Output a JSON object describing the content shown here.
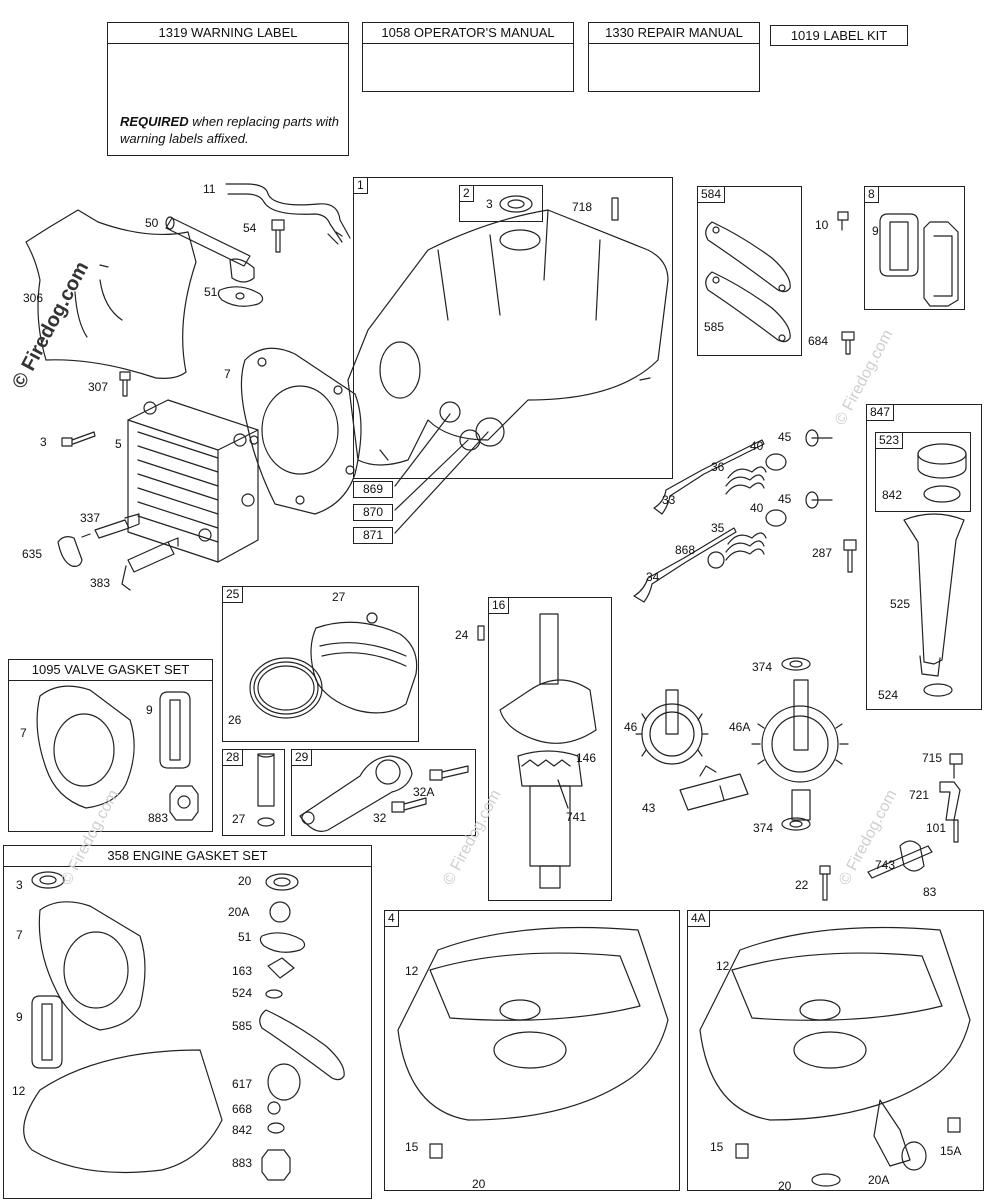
{
  "top_boxes": {
    "warning_label": {
      "title": "1319 WARNING LABEL",
      "sticker_title": "WARNING",
      "note_bold": "REQUIRED",
      "note_rest": " when replacing parts with warning labels affixed."
    },
    "operators_manual": {
      "title": "1058 OPERATOR'S MANUAL"
    },
    "repair_manual": {
      "title": "1330 REPAIR MANUAL"
    },
    "label_kit": {
      "title": "1019 LABEL KIT"
    }
  },
  "group_tags": {
    "g1": "1",
    "g2": "2",
    "g584": "584",
    "g8": "8",
    "g847": "847",
    "g523": "523",
    "g25": "25",
    "g16": "16",
    "g28": "28",
    "g29": "29",
    "g4": "4",
    "g4a": "4A"
  },
  "kits": {
    "valve_gasket_set": "1095 VALVE GASKET SET",
    "engine_gasket_set": "358 ENGINE GASKET SET"
  },
  "callouts": {
    "c11": "11",
    "c50": "50",
    "c54": "54",
    "c51": "51",
    "c306": "306",
    "c307": "307",
    "c7": "7",
    "c3": "3",
    "c5": "5",
    "c337": "337",
    "c635": "635",
    "c383": "383",
    "c2_3": "3",
    "c718": "718",
    "c869": "869",
    "c870": "870",
    "c871": "871",
    "c585": "585",
    "c10": "10",
    "c9": "9",
    "c684": "684",
    "c40a": "40",
    "c45a": "45",
    "c36": "36",
    "c33": "33",
    "c40b": "40",
    "c45b": "45",
    "c35": "35",
    "c868": "868",
    "c34": "34",
    "c287": "287",
    "c842": "842",
    "c525": "525",
    "c524": "524",
    "c27a": "27",
    "c26": "26",
    "c24": "24",
    "c146": "146",
    "c741": "741",
    "c27b": "27",
    "c32a": "32A",
    "c32": "32",
    "c374a": "374",
    "c46": "46",
    "c46a": "46A",
    "c43": "43",
    "c374b": "374",
    "c715": "715",
    "c721": "721",
    "c101": "101",
    "c743": "743",
    "c83": "83",
    "c22": "22",
    "v7": "7",
    "v9": "9",
    "v883": "883",
    "e3": "3",
    "e7": "7",
    "e9": "9",
    "e12": "12",
    "e20": "20",
    "e20a": "20A",
    "e51": "51",
    "e163": "163",
    "e524": "524",
    "e585": "585",
    "e617": "617",
    "e668": "668",
    "e842": "842",
    "e883": "883",
    "s4_12": "12",
    "s4_15": "15",
    "s4_20": "20",
    "s4a_12": "12",
    "s4a_15": "15",
    "s4a_20": "20",
    "s4a_20a": "20A",
    "s4a_15a": "15A"
  },
  "watermarks": {
    "main": "© Firedog.com",
    "faint": "© Firedog.com"
  }
}
